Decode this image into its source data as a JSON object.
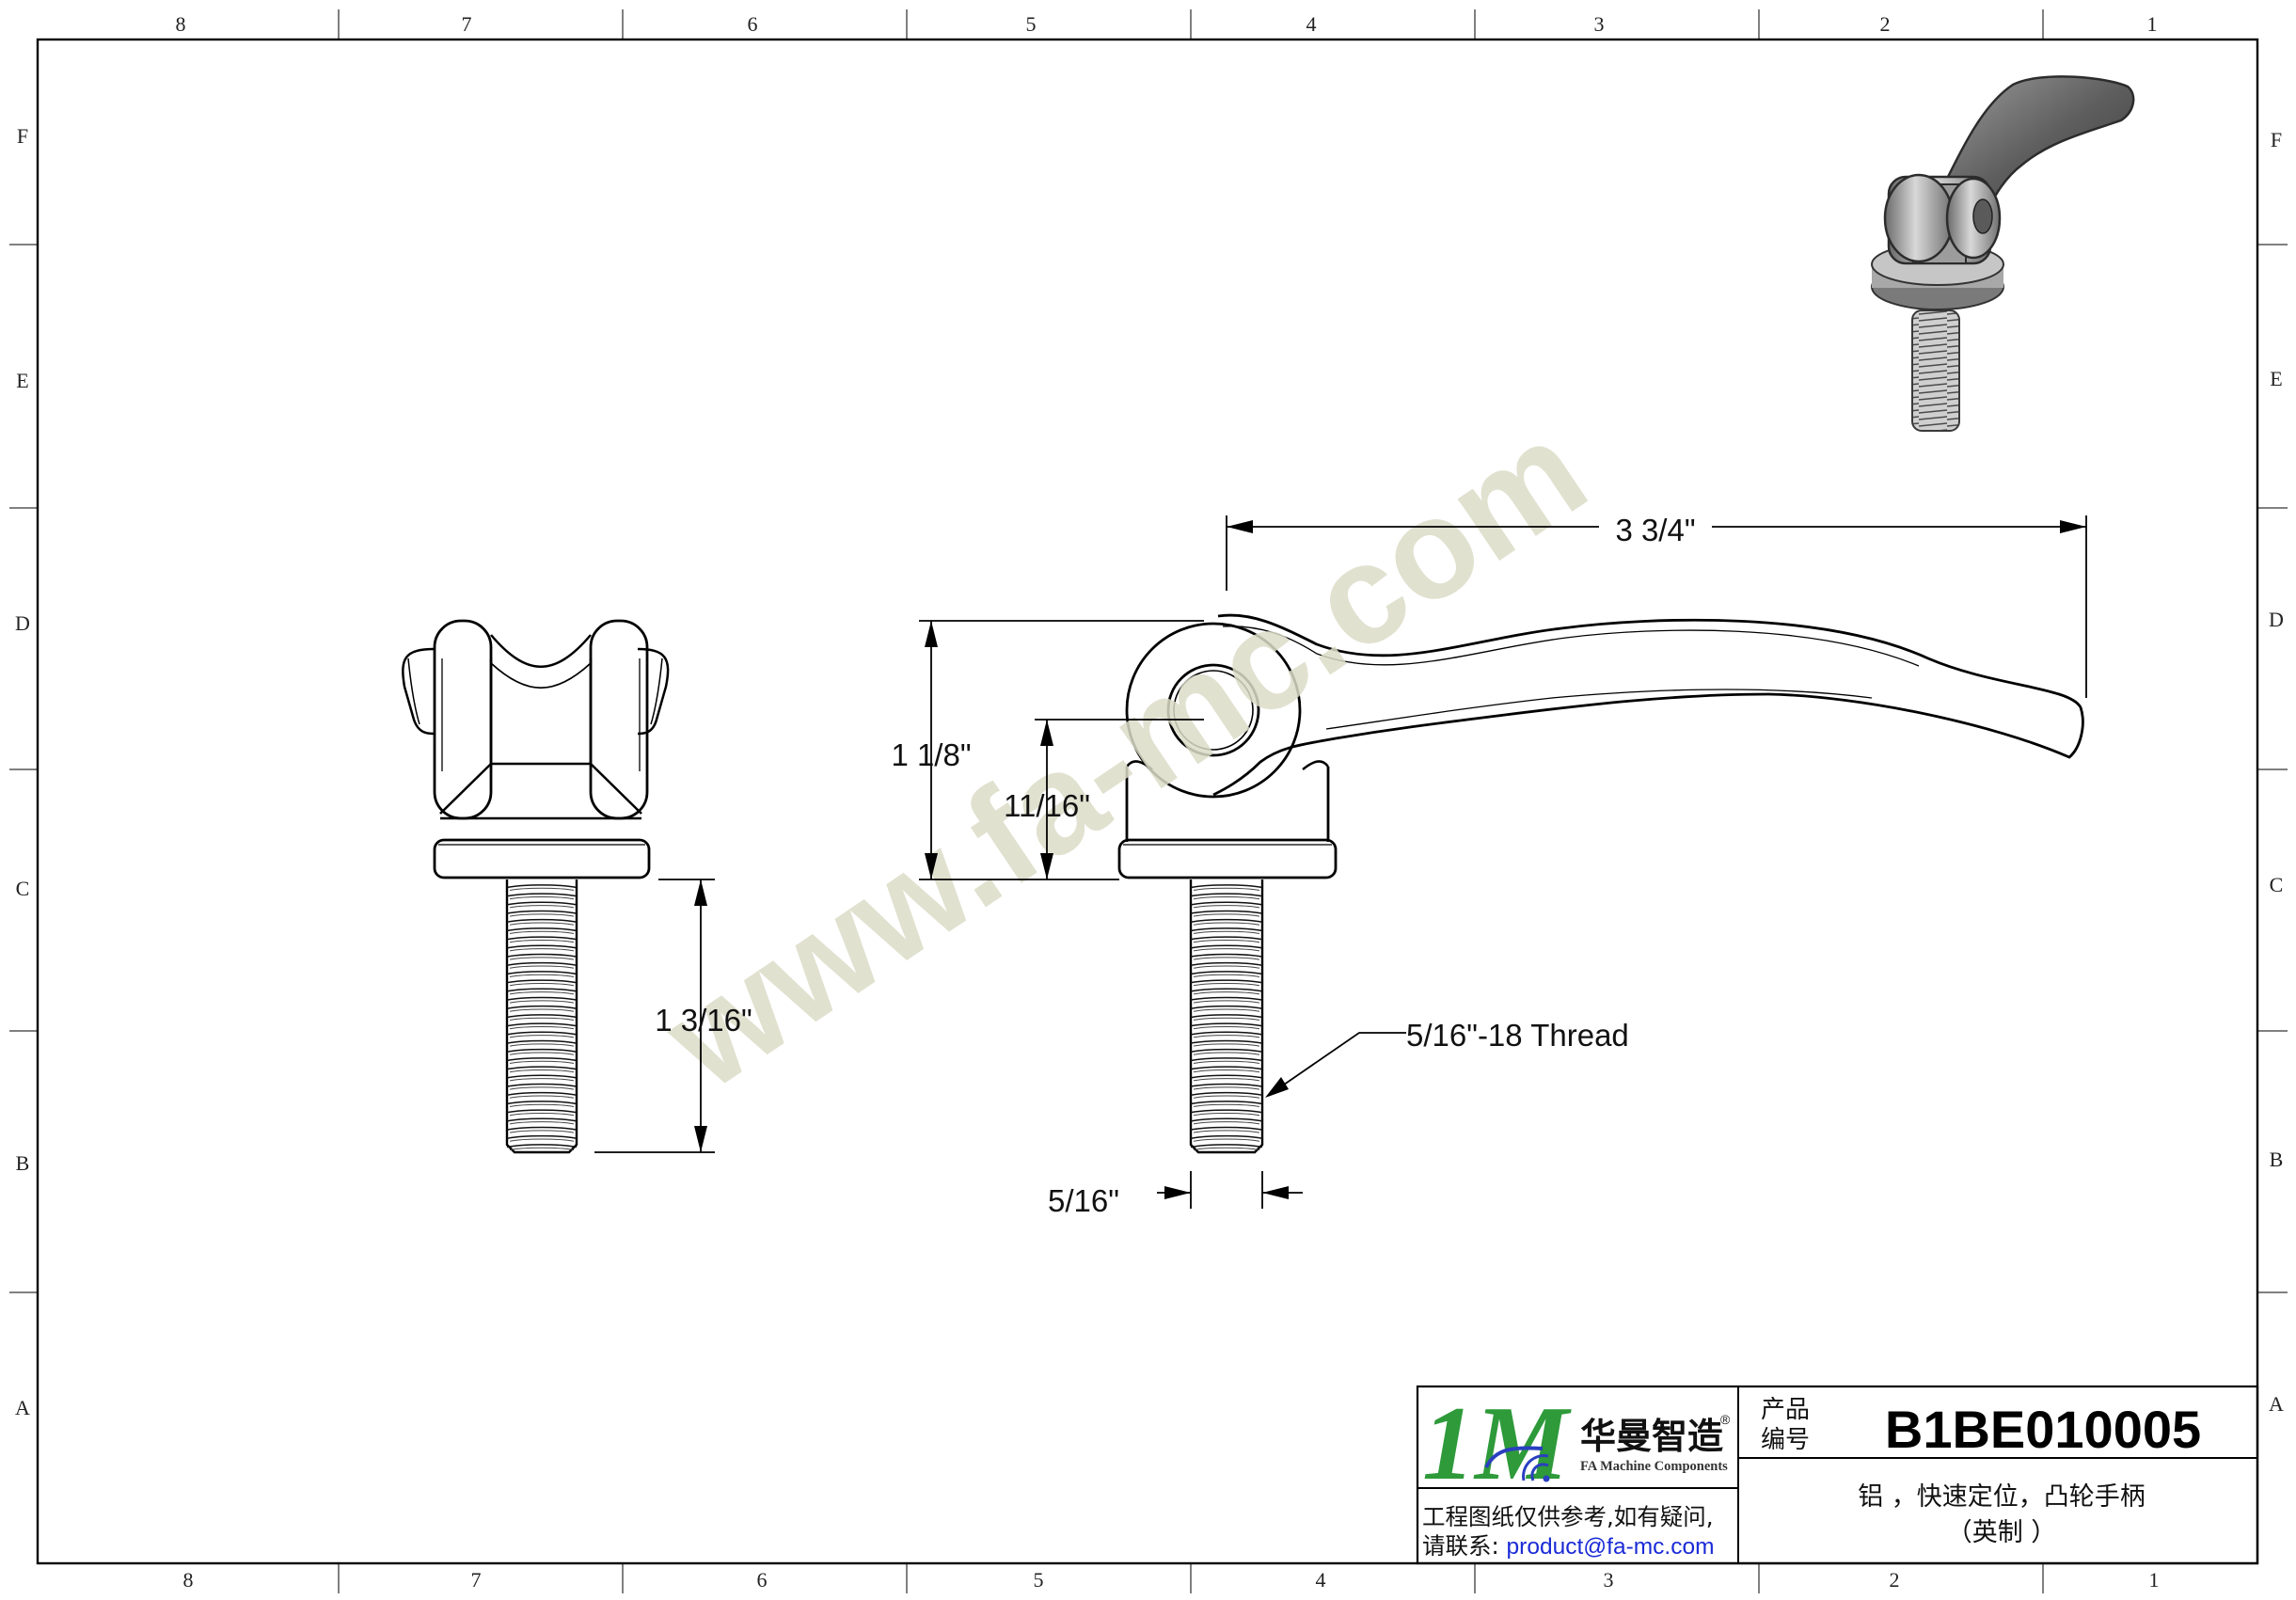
{
  "border": {
    "columns": [
      "8",
      "7",
      "6",
      "5",
      "4",
      "3",
      "2",
      "1"
    ],
    "rows": [
      "F",
      "E",
      "D",
      "C",
      "B",
      "A"
    ]
  },
  "dimensions": {
    "overall_length": "3 3/4\"",
    "overall_height": "1 1/8\"",
    "pivot_height": "11/16\"",
    "stud_length": "1 3/16\"",
    "thread_callout": "5/16\"-18 Thread",
    "thread_diameter": "5/16\""
  },
  "watermark": "www.fa-mc.com",
  "title_block": {
    "logo_mark": "1M",
    "company_cn": "华曼智造",
    "company_en": "FA Machine Components",
    "registered": "®",
    "note_line1": "工程图纸仅供参考,如有疑问,",
    "note_line2_prefix": "请联系: ",
    "contact_email": "product@fa-mc.com",
    "product_no_label_1": "产品",
    "product_no_label_2": "编号",
    "product_no": "B1BE010005",
    "description_line1": "铝 ，快速定位，凸轮手柄",
    "description_line2": "（英制 ）"
  },
  "colors": {
    "line": "#000000",
    "watermark": "#dcdcc8",
    "logo_green": "#2e9a3a",
    "logo_blue": "#2a3fbf",
    "email_blue": "#1a2bd6"
  }
}
